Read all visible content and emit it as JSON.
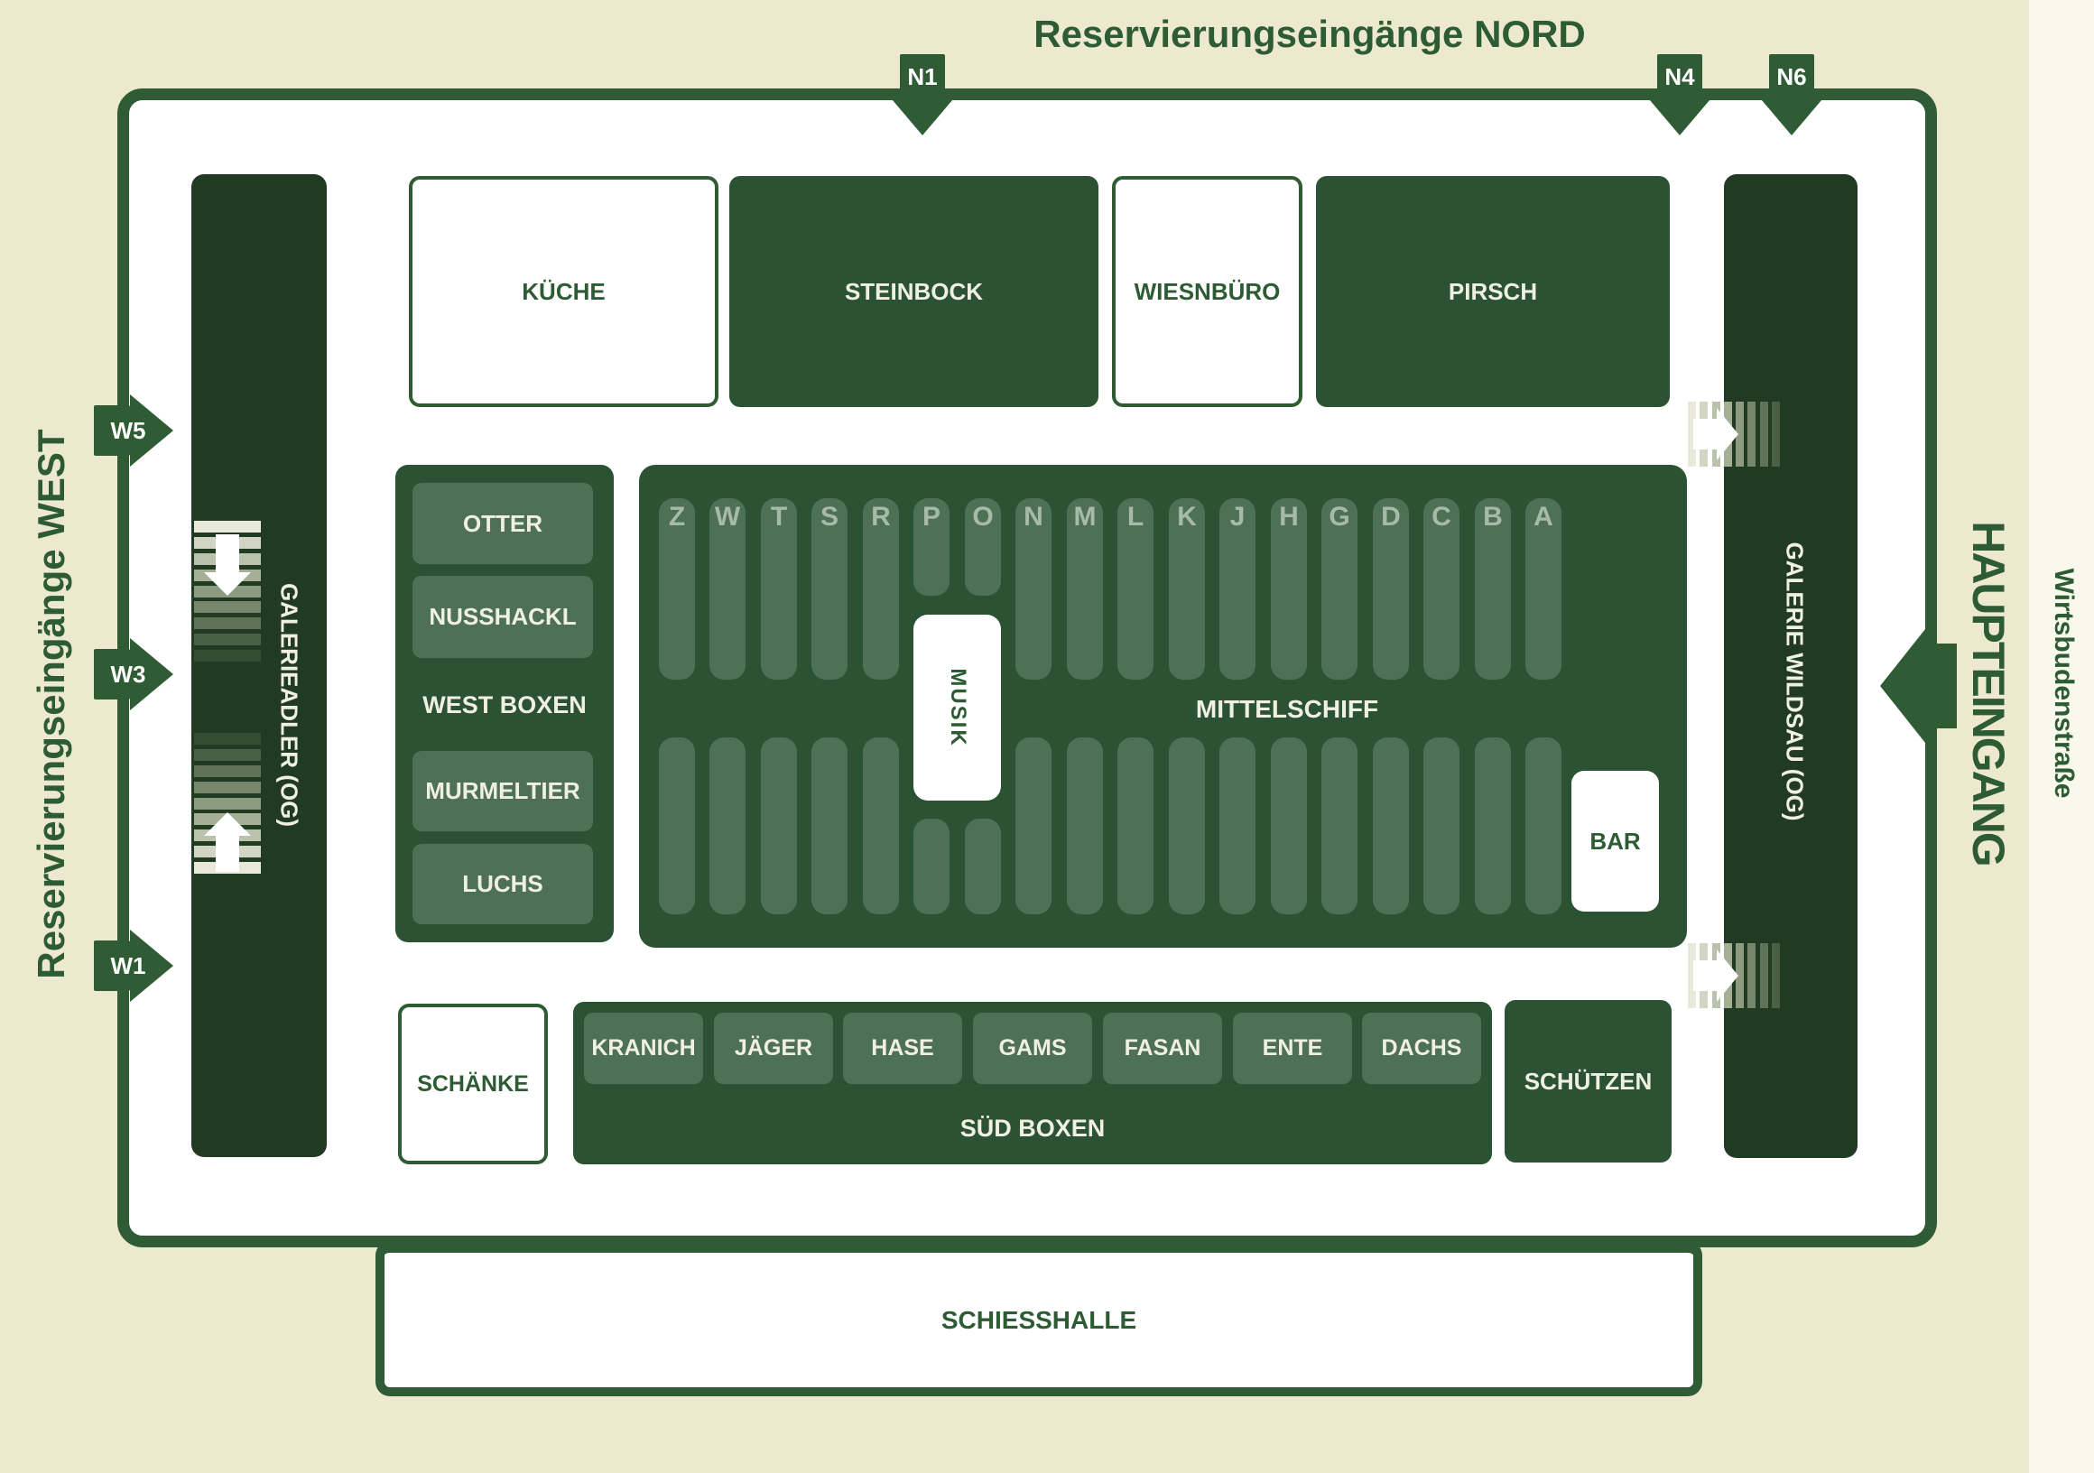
{
  "colors": {
    "beige": "#ede9cf",
    "page_white": "#f8f8ec",
    "white": "#ffffff",
    "green_border": "#2f5c35",
    "green_mid": "#2b5232",
    "green_dark": "#213b22",
    "green_box_light": "#4e7155",
    "cream": "#f0f0e2",
    "letter_green": "#a6baa7",
    "text_green": "#2d5c34",
    "stair_steps": [
      "#e9e9da",
      "#d2d5c3",
      "#bbc2ac",
      "#a4af96",
      "#8d9b81",
      "#76876c",
      "#607358",
      "#496044",
      "#334d33"
    ]
  },
  "titles": {
    "north": "Reservierungseingänge NORD",
    "west": "Reservierungseingänge WEST",
    "main_entrance": "HAUPTEINGANG",
    "street": "Wirtsbudenstraße"
  },
  "entrances": {
    "north": [
      "N1",
      "N4",
      "N6"
    ],
    "west": [
      "W5",
      "W3",
      "W1"
    ]
  },
  "galleries": {
    "left": "GALERIEADLER (OG)",
    "right": "GALERIE WILDSAU (OG)"
  },
  "rooms": {
    "kueche": "KÜCHE",
    "steinbock": "STEINBOCK",
    "wiesnbuero": "WIESNBÜRO",
    "pirsch": "PIRSCH",
    "schaenke": "SCHÄNKE",
    "schuetzen": "SCHÜTZEN",
    "schiesshalle": "SCHIESSHALLE",
    "bar": "BAR",
    "musik": "MUSIK"
  },
  "west_boxen": {
    "label": "WEST BOXEN",
    "boxes": [
      "OTTER",
      "NUSSHACKL",
      "MURMELTIER",
      "LUCHS"
    ]
  },
  "mittelschiff": {
    "label": "MITTELSCHIFF",
    "columns": [
      "Z",
      "W",
      "T",
      "S",
      "R",
      "P",
      "O",
      "N",
      "M",
      "L",
      "K",
      "J",
      "H",
      "G",
      "D",
      "C",
      "B",
      "A"
    ]
  },
  "sued_boxen": {
    "label": "SÜD BOXEN",
    "boxes": [
      "KRANICH",
      "JÄGER",
      "HASE",
      "GAMS",
      "FASAN",
      "ENTE",
      "DACHS"
    ]
  }
}
